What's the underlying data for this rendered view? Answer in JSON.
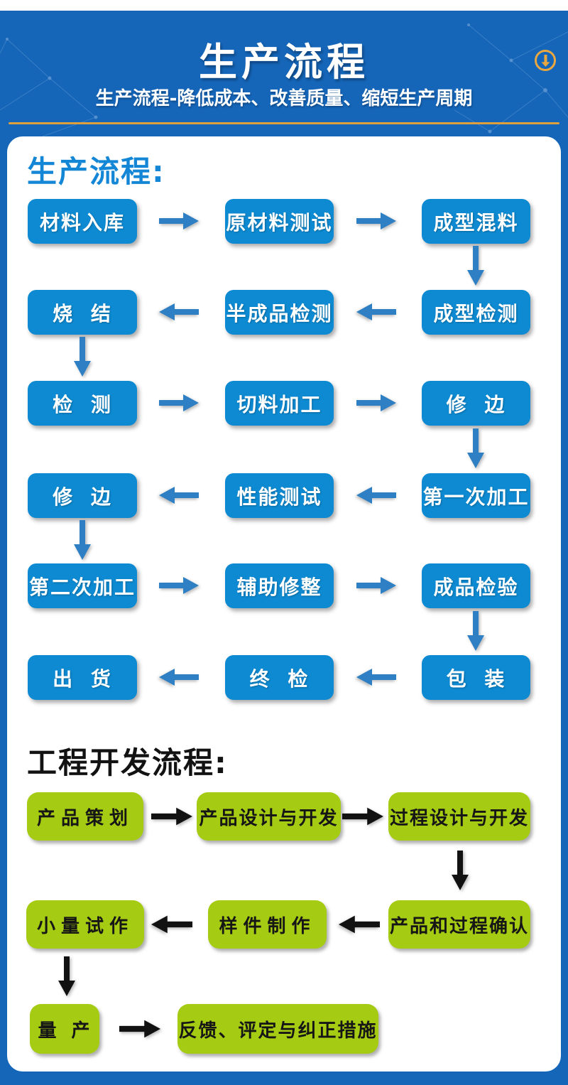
{
  "header": {
    "title": "生产流程",
    "subtitle": "生产流程-降低成本、改善质量、缩短生产周期",
    "accent_color": "#dda03d",
    "background_color": "#1565b8",
    "download_icon": "circle-arrow-down"
  },
  "production_flow": {
    "heading": "生产流程:",
    "heading_color": "#1486d6",
    "box_color": "#0d8ad2",
    "arrow_color": "#2e7fc3",
    "rows": [
      {
        "flow": "right",
        "cells": [
          "材料入库",
          "原材料测试",
          "成型混料"
        ]
      },
      {
        "flow": "left",
        "cells": [
          "烧 结",
          "半成品检测",
          "成型检测"
        ]
      },
      {
        "flow": "right",
        "cells": [
          "检 测",
          "切料加工",
          "修 边"
        ]
      },
      {
        "flow": "left",
        "cells": [
          "修 边",
          "性能测试",
          "第一次加工"
        ]
      },
      {
        "flow": "right",
        "cells": [
          "第二次加工",
          "辅助修整",
          "成品检验"
        ]
      },
      {
        "flow": "left",
        "cells": [
          "出 货",
          "终 检",
          "包 装"
        ]
      }
    ]
  },
  "engineering_flow": {
    "heading": "工程开发流程:",
    "heading_color": "#121212",
    "box_color": "#a5cb12",
    "arrow_color": "#121212",
    "rows": [
      {
        "flow": "right",
        "cells": [
          "产品策划",
          "产品设计与开发",
          "过程设计与开发"
        ]
      },
      {
        "flow": "left",
        "cells": [
          "小量试作",
          "样件制作",
          "产品和过程确认"
        ]
      },
      {
        "flow": "right",
        "cells": [
          "量 产",
          "反馈、评定与纠正措施"
        ]
      }
    ]
  }
}
